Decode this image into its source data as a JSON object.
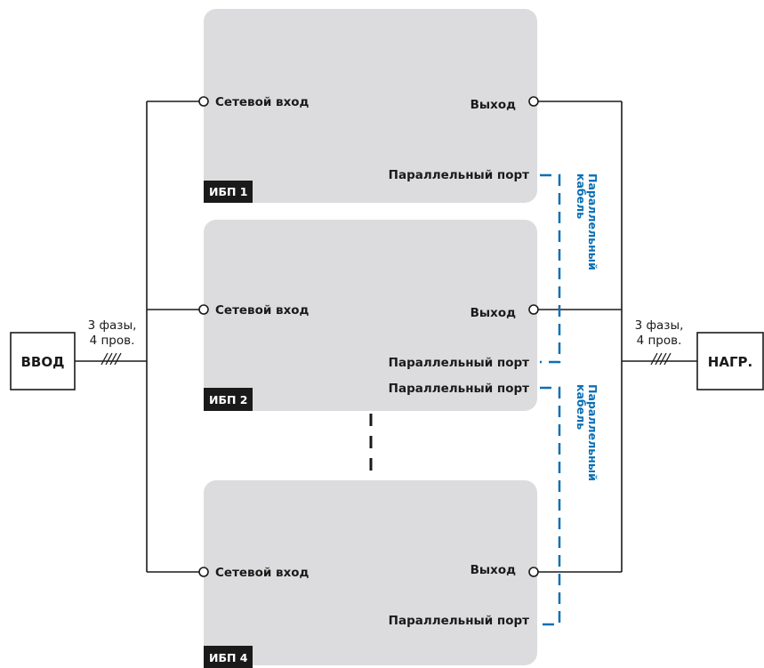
{
  "input": {
    "label": "ВВОД",
    "wire_line1": "3 фазы,",
    "wire_line2": "4 пров."
  },
  "load": {
    "label": "НАГР.",
    "wire_line1": "3 фазы,",
    "wire_line2": "4 пров."
  },
  "ups": [
    {
      "tag": "ИБП 1",
      "input_label": "Сетевой вход",
      "output_label": "Выход",
      "parallel_label": "Параллельный порт"
    },
    {
      "tag": "ИБП 2",
      "input_label": "Сетевой вход",
      "output_label": "Выход",
      "parallel_label": "Параллельный порт",
      "parallel_label_2": "Параллельный порт"
    },
    {
      "tag": "ИБП 4",
      "input_label": "Сетевой вход",
      "output_label": "Выход",
      "parallel_label": "Параллельный порт"
    }
  ],
  "parallel_cable": {
    "line1": "Параллельный",
    "line2": "кабель"
  },
  "colors": {
    "cable": "#0a6fb4",
    "ups_fill": "#dcdcde",
    "tag_fill": "#1a1a1a"
  }
}
